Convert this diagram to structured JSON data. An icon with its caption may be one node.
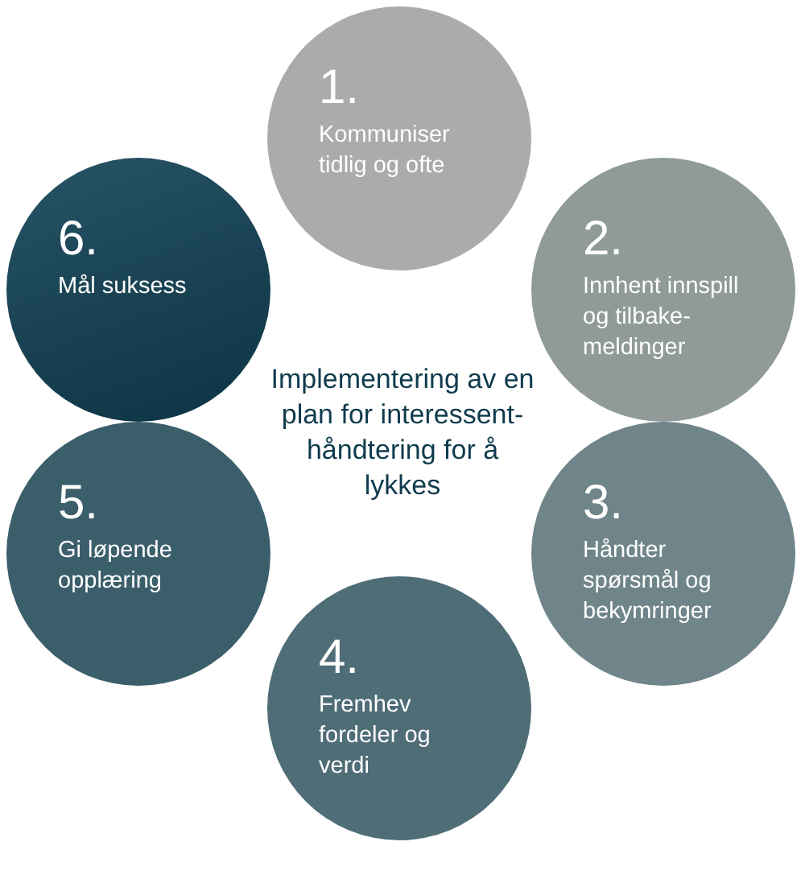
{
  "diagram": {
    "title": "Implementering av en plan for interessent-håndtering for å lykkes",
    "nodes": [
      {
        "text": [
          "1.",
          "Kommuniser tidlig og ofte"
        ]
      },
      {
        "text": [
          "2.",
          "Innhent innspill og tilbake-meldinger"
        ]
      },
      {
        "text": [
          "3.",
          "Håndter spørsmål og bekymringer"
        ]
      },
      {
        "text": [
          "4.",
          "Fremhev fordeler og verdi"
        ]
      },
      {
        "text": [
          "5.",
          "Gi løpende opplæring"
        ]
      },
      {
        "text": [
          "6.",
          "Mål suksess"
        ]
      }
    ],
    "edges": []
  }
}
